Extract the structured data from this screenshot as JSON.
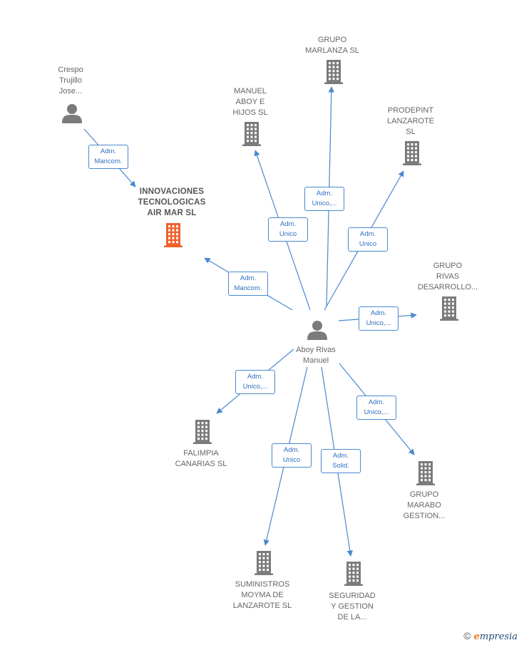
{
  "colors": {
    "edge": "#4a88d0",
    "building": "#7b7b7b",
    "building_main": "#f0602c",
    "person": "#7b7b7b"
  },
  "nodes": [
    {
      "id": "crespo",
      "type": "person",
      "lines": [
        "Crespo",
        "Trujillo",
        "Jose..."
      ]
    },
    {
      "id": "innovaciones",
      "type": "building",
      "main": true,
      "lines": [
        "INNOVACIONES",
        "TECNOLOGICAS",
        "AIR MAR  SL"
      ]
    },
    {
      "id": "manuel_aboy",
      "type": "building",
      "lines": [
        "MANUEL",
        "ABOY E",
        "HIJOS  SL"
      ]
    },
    {
      "id": "marlanza",
      "type": "building",
      "lines": [
        "GRUPO",
        "MARLANZA  SL"
      ]
    },
    {
      "id": "prodepint",
      "type": "building",
      "lines": [
        "PRODEPINT",
        "LANZAROTE",
        "SL"
      ]
    },
    {
      "id": "rivas",
      "type": "building",
      "lines": [
        "GRUPO",
        "RIVAS",
        "DESARROLLO..."
      ]
    },
    {
      "id": "aboy_rivas",
      "type": "person",
      "lines": [
        "Aboy Rivas",
        "Manuel"
      ]
    },
    {
      "id": "falimpia",
      "type": "building",
      "lines": [
        "FALIMPIA",
        "CANARIAS SL"
      ]
    },
    {
      "id": "marabo",
      "type": "building",
      "lines": [
        "GRUPO",
        "MARABO",
        "GESTION..."
      ]
    },
    {
      "id": "suministros",
      "type": "building",
      "lines": [
        "SUMINISTROS",
        "MOYMA DE",
        "LANZAROTE SL"
      ]
    },
    {
      "id": "seguridad",
      "type": "building",
      "lines": [
        "SEGURIDAD",
        "Y GESTION",
        "DE LA..."
      ]
    }
  ],
  "edges": [
    {
      "from": "crespo",
      "to": "innovaciones",
      "lines": [
        "Adm.",
        "Mancom."
      ]
    },
    {
      "from": "aboy_rivas",
      "to": "innovaciones",
      "lines": [
        "Adm.",
        "Mancom."
      ]
    },
    {
      "from": "aboy_rivas",
      "to": "manuel_aboy",
      "lines": [
        "Adm.",
        "Unico"
      ]
    },
    {
      "from": "aboy_rivas",
      "to": "marlanza",
      "lines": [
        "Adm.",
        "Unico,..."
      ]
    },
    {
      "from": "aboy_rivas",
      "to": "prodepint",
      "lines": [
        "Adm.",
        "Unico"
      ]
    },
    {
      "from": "aboy_rivas",
      "to": "rivas",
      "lines": [
        "Adm.",
        "Unico,..."
      ]
    },
    {
      "from": "aboy_rivas",
      "to": "falimpia",
      "lines": [
        "Adm.",
        "Unico,..."
      ]
    },
    {
      "from": "aboy_rivas",
      "to": "marabo",
      "lines": [
        "Adm.",
        "Unico,..."
      ]
    },
    {
      "from": "aboy_rivas",
      "to": "suministros",
      "lines": [
        "Adm.",
        "Unico"
      ]
    },
    {
      "from": "aboy_rivas",
      "to": "seguridad",
      "lines": [
        "Adm.",
        "Solid."
      ]
    }
  ],
  "footer": {
    "copyright": "©",
    "brand_initial": "e",
    "brand_rest": "mpresia"
  }
}
